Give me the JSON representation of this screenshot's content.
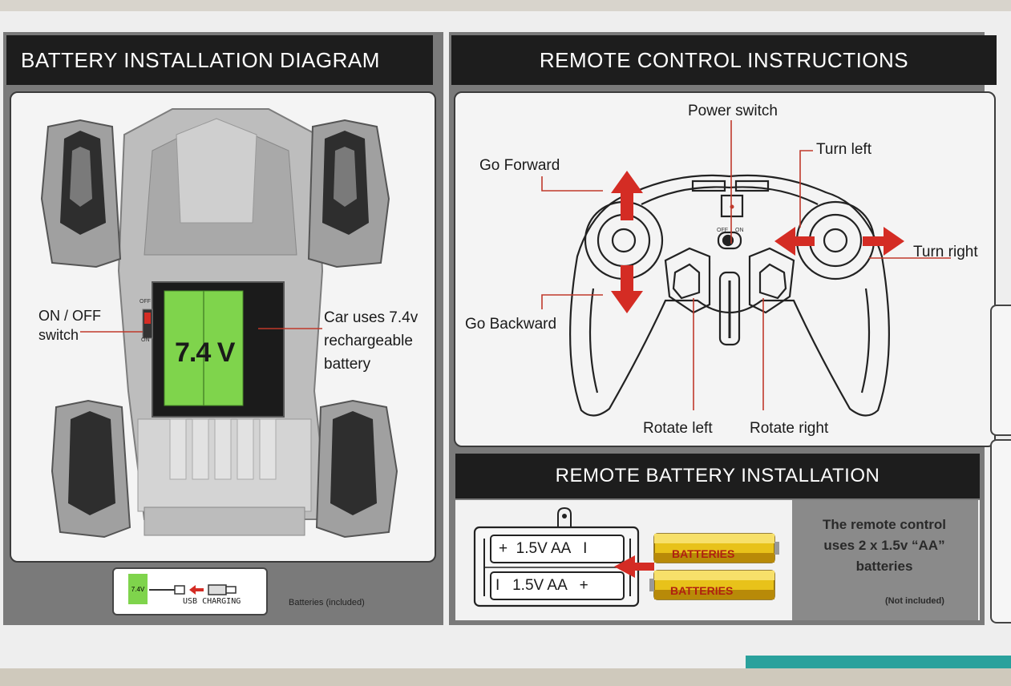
{
  "left": {
    "title": "BATTERY INSTALLATION DIAGRAM",
    "on_off": "ON / OFF\nswitch",
    "switch_off": "OFF",
    "switch_on": "ON",
    "battery_label": "7.4 V",
    "car_battery_text": "Car uses 7.4v\nrechargeable\nbattery",
    "usb_tag": "7.4V",
    "usb_text": "USB CHARGING",
    "batteries_included": "Batteries (included)"
  },
  "right": {
    "title": "REMOTE CONTROL INSTRUCTIONS",
    "power_switch": "Power switch",
    "go_forward": "Go Forward",
    "go_backward": "Go Backward",
    "turn_left": "Turn left",
    "turn_right": "Turn right",
    "rotate_left": "Rotate left",
    "rotate_right": "Rotate right",
    "switch_off": "OFF",
    "switch_on": "ON"
  },
  "remote_battery": {
    "title": "REMOTE BATTERY INSTALLATION",
    "cell_top": "+  1.5V AA   I",
    "cell_bottom": "I   1.5V AA   +",
    "battery_brand": "BATTERIES",
    "note": "The remote control\nuses 2 x 1.5v “AA”\nbatteries",
    "not_included": "(Not included)"
  },
  "colors": {
    "header_bg": "#1d1d1d",
    "card_gray": "#7a7a7a",
    "battery_green": "#7fd44c",
    "arrow_red": "#d42c24",
    "leader_red": "#c0392b",
    "teal": "#2aa19c"
  }
}
